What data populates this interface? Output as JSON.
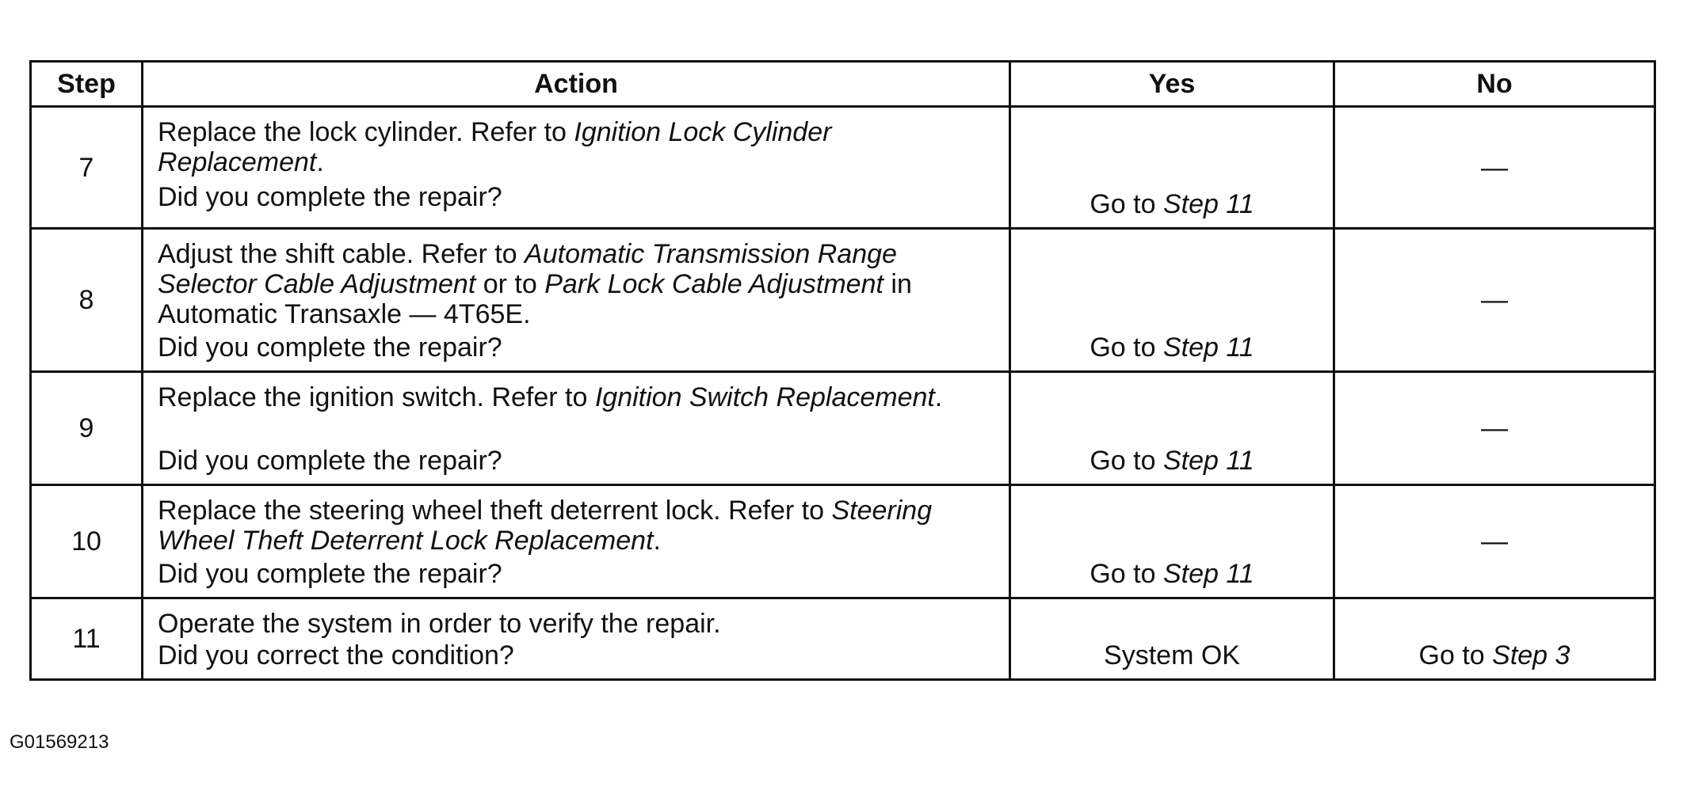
{
  "headers": {
    "step": "Step",
    "action": "Action",
    "yes": "Yes",
    "no": "No"
  },
  "rows": [
    {
      "step": "7",
      "action": [
        {
          "t": "Replace the lock cylinder. Refer to "
        },
        {
          "t": "Ignition Lock Cylinder Replacement",
          "i": true
        },
        {
          "t": "."
        }
      ],
      "question": "Did you complete the repair?",
      "yes": [
        {
          "t": "Go to "
        },
        {
          "t": "Step 11",
          "i": true
        }
      ],
      "no": "—"
    },
    {
      "step": "8",
      "action": [
        {
          "t": "Adjust the shift cable. Refer to "
        },
        {
          "t": "Automatic Transmission Range Selector Cable Adjustment",
          "i": true
        },
        {
          "t": " or to "
        },
        {
          "t": "Park Lock Cable Adjustment",
          "i": true
        },
        {
          "t": " in Automatic Transaxle — 4T65E."
        }
      ],
      "question": "Did you complete the repair?",
      "yes": [
        {
          "t": "Go to "
        },
        {
          "t": "Step 11",
          "i": true
        }
      ],
      "no": "—"
    },
    {
      "step": "9",
      "action": [
        {
          "t": "Replace the ignition switch. Refer to "
        },
        {
          "t": "Ignition Switch Replacement",
          "i": true
        },
        {
          "t": "."
        }
      ],
      "question": "Did you complete the repair?",
      "yes": [
        {
          "t": "Go to "
        },
        {
          "t": "Step 11",
          "i": true
        }
      ],
      "no": "—"
    },
    {
      "step": "10",
      "action": [
        {
          "t": "Replace the steering wheel theft deterrent lock. Refer to "
        },
        {
          "t": "Steering Wheel Theft Deterrent Lock Replacement",
          "i": true
        },
        {
          "t": "."
        }
      ],
      "question": "Did you complete the repair?",
      "yes": [
        {
          "t": "Go to "
        },
        {
          "t": "Step 11",
          "i": true
        }
      ],
      "no": "—"
    },
    {
      "step": "11",
      "action": [
        {
          "t": "Operate the system in order to verify the repair."
        }
      ],
      "question": "Did you correct the condition?",
      "yes": [
        {
          "t": "System OK"
        }
      ],
      "no": [
        {
          "t": "Go to "
        },
        {
          "t": "Step 3",
          "i": true
        }
      ]
    }
  ],
  "figure_id": "G01569213"
}
